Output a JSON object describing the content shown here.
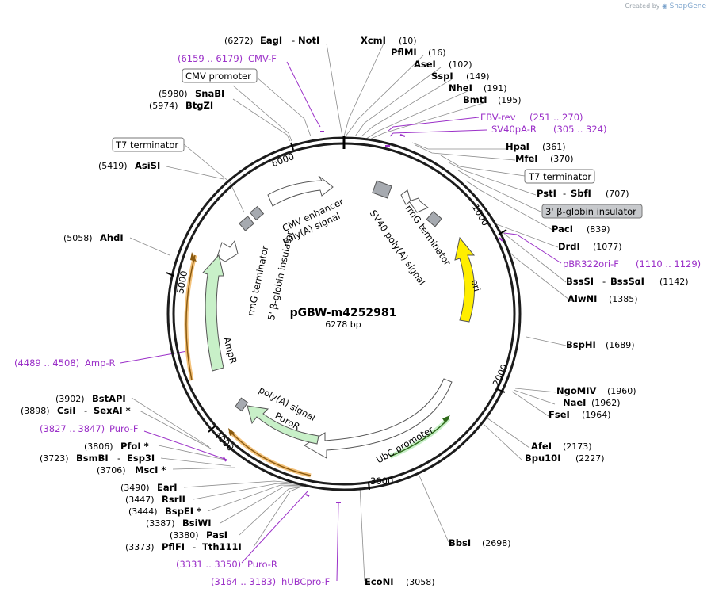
{
  "credit": {
    "prefix": "Created by",
    "brand": "SnapGene"
  },
  "plasmid": {
    "name": "pGBW-m4252981",
    "size": "6278 bp"
  },
  "ticks": [
    "1000",
    "2000",
    "3000",
    "4000",
    "5000",
    "6000"
  ],
  "colors": {
    "primer": "#9b30c8",
    "ori": "#ffee00",
    "resistance": "#c8f0c8",
    "feature": "#ffffff",
    "terminator_box": "#a6aab0",
    "promoter_arrow": "#c8f0c8"
  },
  "sites": {
    "eagi_noti": {
      "names": [
        "EagI",
        "NotI"
      ],
      "pos": "(6272)"
    },
    "xcmi": {
      "name": "XcmI",
      "pos": "(10)"
    },
    "pflmi": {
      "name": "PflMI",
      "pos": "(16)"
    },
    "asei": {
      "name": "AseI",
      "pos": "(102)"
    },
    "sspi": {
      "name": "SspI",
      "pos": "(149)"
    },
    "nhei": {
      "name": "NheI",
      "pos": "(191)"
    },
    "bmti": {
      "name": "BmtI",
      "pos": "(195)"
    },
    "hpai": {
      "name": "HpaI",
      "pos": "(361)"
    },
    "mfei": {
      "name": "MfeI",
      "pos": "(370)"
    },
    "psti_sbfi": {
      "names": [
        "PstI",
        "SbfI"
      ],
      "pos": "(707)"
    },
    "paci": {
      "name": "PacI",
      "pos": "(839)"
    },
    "drdi": {
      "name": "DrdI",
      "pos": "(1077)"
    },
    "bsssi": {
      "names": [
        "BssSI",
        "BssSαI"
      ],
      "pos": "(1142)"
    },
    "alwni": {
      "name": "AlwNI",
      "pos": "(1385)"
    },
    "bsphi": {
      "name": "BspHI",
      "pos": "(1689)"
    },
    "ngomiv": {
      "name": "NgoMIV",
      "pos": "(1960)"
    },
    "naei": {
      "name": "NaeI",
      "pos": "(1962)"
    },
    "fsei": {
      "name": "FseI",
      "pos": "(1964)"
    },
    "afei": {
      "name": "AfeI",
      "pos": "(2173)"
    },
    "bpu10i": {
      "name": "Bpu10I",
      "pos": "(2227)"
    },
    "bbsi": {
      "name": "BbsI",
      "pos": "(2698)"
    },
    "econi": {
      "name": "EcoNI",
      "pos": "(3058)"
    },
    "pflfi": {
      "names": [
        "PflFI",
        "Tth111I"
      ],
      "pos": "(3373)"
    },
    "pasi": {
      "name": "PasI",
      "pos": "(3380)"
    },
    "bsiwi": {
      "name": "BsiWI",
      "pos": "(3387)"
    },
    "bspei": {
      "name": "BspEI *",
      "pos": "(3444)"
    },
    "rsrii": {
      "name": "RsrII",
      "pos": "(3447)"
    },
    "eari": {
      "name": "EarI",
      "pos": "(3490)"
    },
    "msci": {
      "name": "MscI *",
      "pos": "(3706)"
    },
    "bsmbi": {
      "names": [
        "BsmBI",
        "Esp3I"
      ],
      "pos": "(3723)"
    },
    "pfoi": {
      "name": "PfoI *",
      "pos": "(3806)"
    },
    "csii": {
      "names": [
        "CsiI",
        "SexAI *"
      ],
      "pos": "(3898)"
    },
    "bstapi": {
      "name": "BstAPI",
      "pos": "(3902)"
    },
    "ahdi": {
      "name": "AhdI",
      "pos": "(5058)"
    },
    "asisi": {
      "name": "AsiSI",
      "pos": "(5419)"
    },
    "btgzi": {
      "name": "BtgZI",
      "pos": "(5974)"
    },
    "snabi": {
      "name": "SnaBI",
      "pos": "(5980)"
    }
  },
  "primers": {
    "cmvf": {
      "range": "(6159 .. 6179)",
      "name": "CMV-F"
    },
    "ebvrev": {
      "name": "EBV-rev",
      "range": "(251 .. 270)"
    },
    "sv40par": {
      "name": "SV40pA-R",
      "range": "(305 .. 324)"
    },
    "pbr322": {
      "name": "pBR322ori-F",
      "range": "(1110 .. 1129)"
    },
    "ampr": {
      "range": "(4489 .. 4508)",
      "name": "Amp-R"
    },
    "purof": {
      "range": "(3827 .. 3847)",
      "name": "Puro-F"
    },
    "puror": {
      "range": "(3331 .. 3350)",
      "name": "Puro-R"
    },
    "hubc": {
      "range": "(3164 .. 3183)",
      "name": "hUBCpro-F"
    }
  },
  "boxed_labels": {
    "cmv_promoter": "CMV promoter",
    "t7_term_left": "T7 terminator",
    "t7_term_right": "T7 terminator",
    "globin_ins": "3' β-globin insulator"
  },
  "features": {
    "cmv_enhancer": "CMV enhancer",
    "polya_top": "poly(A) signal",
    "sv40polya": "SV40 poly(A) signal",
    "rrng_right": "rrnG terminator",
    "ori": "ori",
    "rrng_left": "rrnG terminator",
    "globin_left": "5' β-globin insulator",
    "ampr": "AmpR",
    "polya_bottom": "poly(A) signal",
    "puror": "PuroR",
    "ubc": "UbC promoter"
  }
}
